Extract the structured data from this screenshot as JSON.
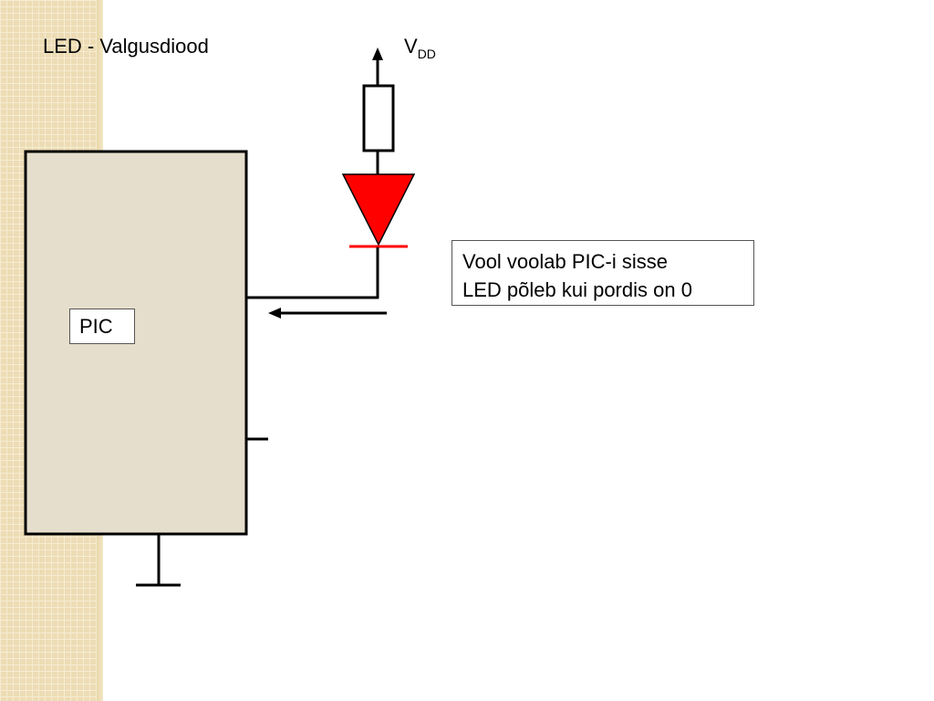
{
  "slide": {
    "title": "LED - Valgusdiood",
    "vdd": {
      "main": "V",
      "sub": "DD"
    },
    "pic_label": "PIC",
    "note_lines": [
      "Vool voolab PIC-i sisse",
      "LED põleb kui pordis on 0"
    ]
  },
  "colors": {
    "chip_fill": "#e6decc",
    "led_fill": "#ff0000",
    "wire": "#000000",
    "side_pattern": "#eddcb4"
  }
}
